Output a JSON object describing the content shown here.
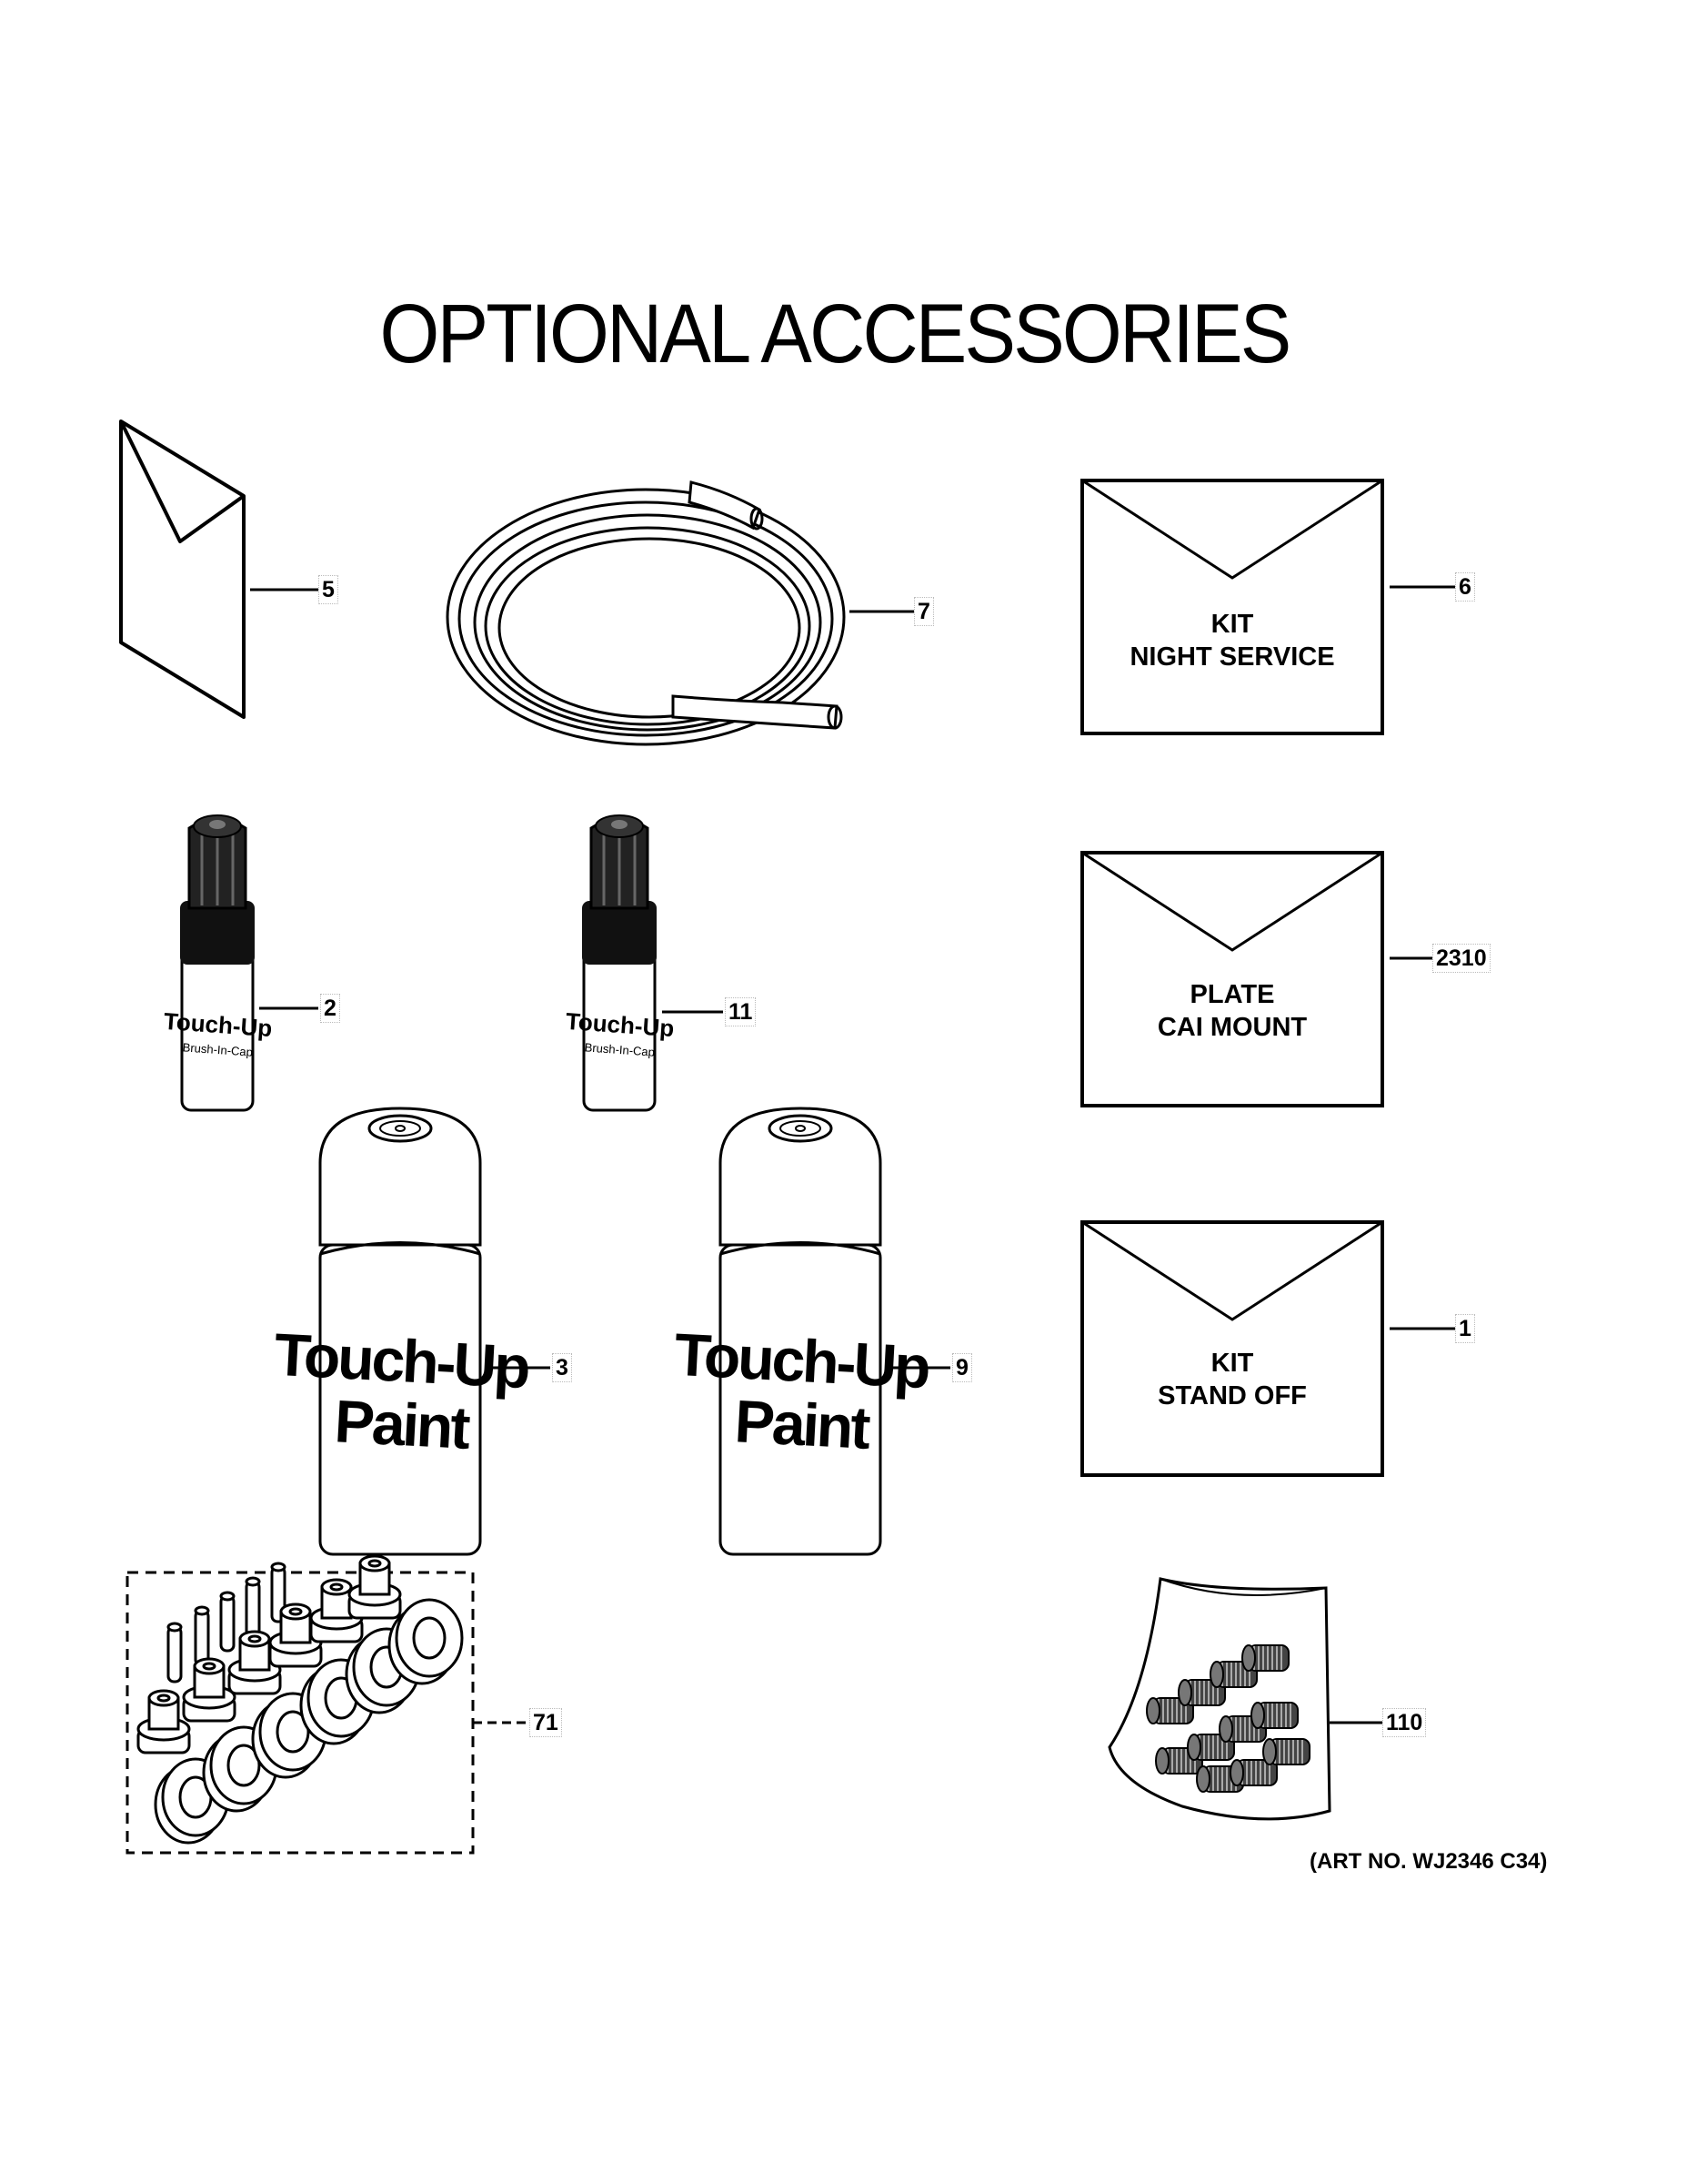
{
  "title": "OPTIONAL ACCESSORIES",
  "art_number": "(ART NO. WJ2346 C34)",
  "envelopes": [
    {
      "line1": "KIT",
      "line2": "NIGHT SERVICE"
    },
    {
      "line1": "PLATE",
      "line2": "CAI MOUNT"
    },
    {
      "line1": "KIT",
      "line2": "STAND OFF"
    }
  ],
  "touchup_pen": {
    "brand": "Touch-Up",
    "sub": "Brush-In-Cap"
  },
  "touchup_can": {
    "line1": "Touch-Up",
    "line2": "Paint"
  },
  "callouts": {
    "literature": "5",
    "tubing": "7",
    "kit_night_service": "6",
    "pen_a": "2",
    "pen_b": "11",
    "plate_cai_mount": "2310",
    "can_a": "3",
    "can_b": "9",
    "kit_stand_off": "1",
    "grommet_kit": "71",
    "bag_screws": "110"
  }
}
